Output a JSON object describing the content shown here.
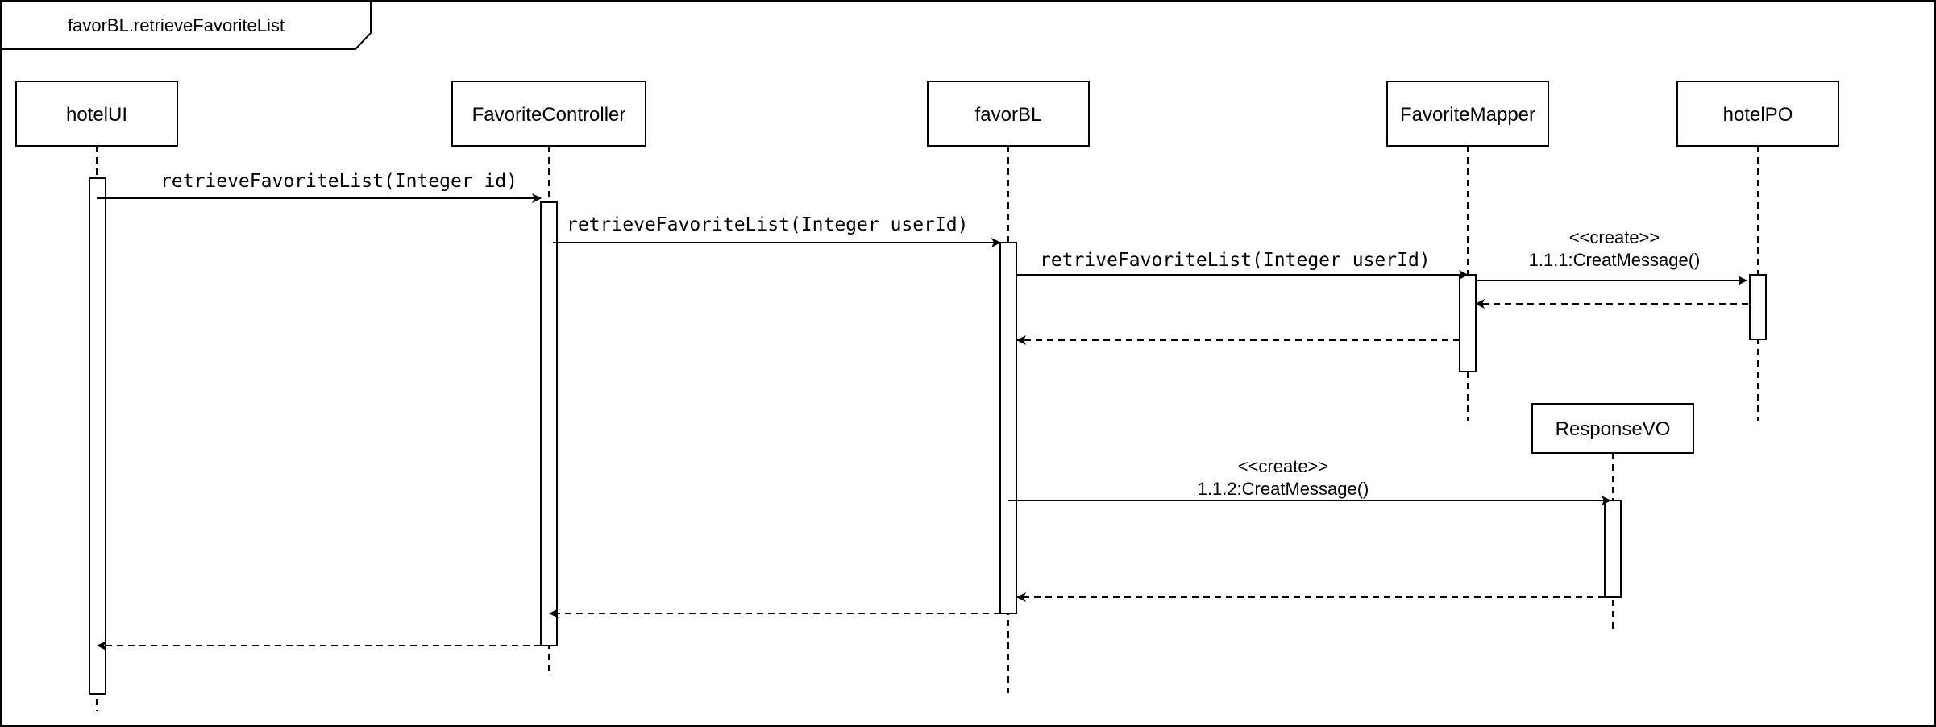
{
  "frame": {
    "title": "favorBL.retrieveFavoriteList"
  },
  "participants": [
    {
      "id": "hotelUI",
      "label": "hotelUI"
    },
    {
      "id": "favoriteController",
      "label": "FavoriteController"
    },
    {
      "id": "favorBL",
      "label": "favorBL"
    },
    {
      "id": "favoriteMapper",
      "label": "FavoriteMapper"
    },
    {
      "id": "hotelPO",
      "label": "hotelPO"
    },
    {
      "id": "responseVO",
      "label": "ResponseVO"
    }
  ],
  "messages": [
    {
      "id": "m1",
      "from": "hotelUI",
      "to": "favoriteController",
      "kind": "call",
      "label": "retrieveFavoriteList(Integer id)"
    },
    {
      "id": "m2",
      "from": "favoriteController",
      "to": "favorBL",
      "kind": "call",
      "label": "retrieveFavoriteList(Integer userId)"
    },
    {
      "id": "m3",
      "from": "favorBL",
      "to": "favoriteMapper",
      "kind": "call",
      "label": "retriveFavoriteList(Integer userId)"
    },
    {
      "id": "m4",
      "from": "favoriteMapper",
      "to": "hotelPO",
      "kind": "create",
      "stereotype": "<<create>>",
      "label": "1.1.1:CreatMessage()"
    },
    {
      "id": "r1",
      "from": "hotelPO",
      "to": "favoriteMapper",
      "kind": "return"
    },
    {
      "id": "r2",
      "from": "favoriteMapper",
      "to": "favorBL",
      "kind": "return"
    },
    {
      "id": "m5",
      "from": "favorBL",
      "to": "responseVO",
      "kind": "create",
      "stereotype": "<<create>>",
      "label": "1.1.2:CreatMessage()"
    },
    {
      "id": "r3",
      "from": "responseVO",
      "to": "favorBL",
      "kind": "return"
    },
    {
      "id": "r4",
      "from": "favorBL",
      "to": "favoriteController",
      "kind": "return"
    },
    {
      "id": "r5",
      "from": "favoriteController",
      "to": "hotelUI",
      "kind": "return"
    }
  ]
}
